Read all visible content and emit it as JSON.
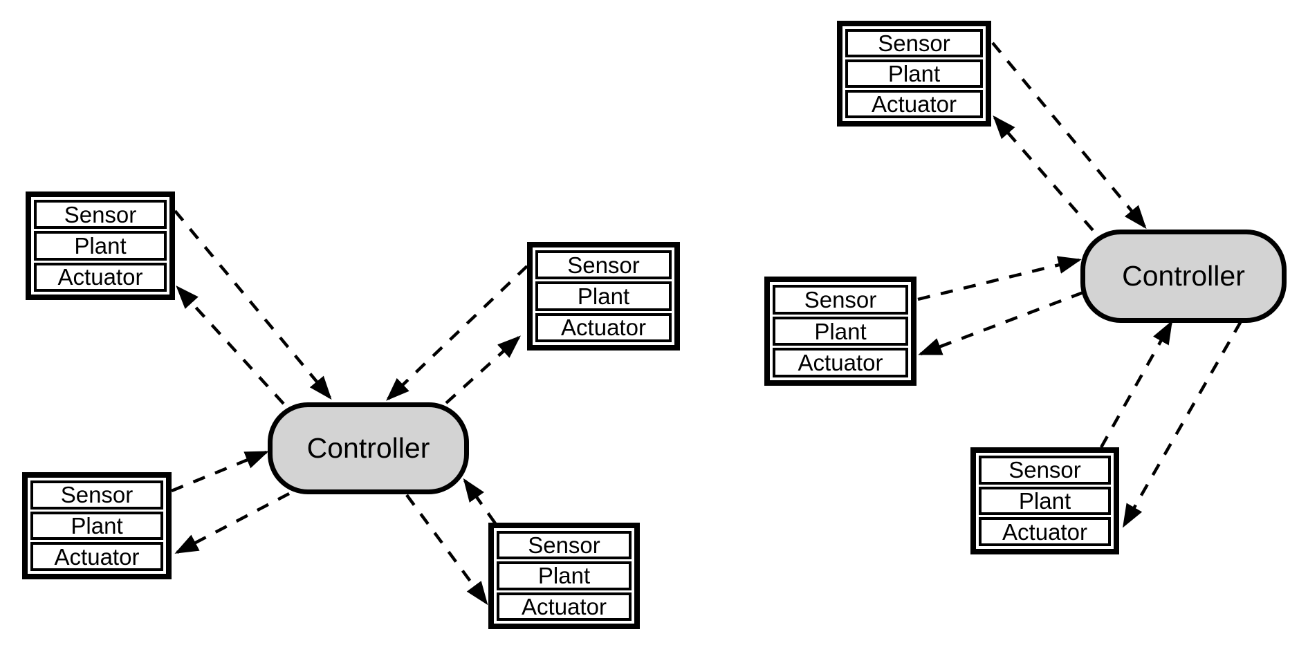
{
  "diagram": {
    "controller_label": "Controller",
    "row_labels": [
      "Sensor",
      "Plant",
      "Actuator"
    ],
    "colors": {
      "controller_fill": "#d3d3d3",
      "stroke": "#000000",
      "plant_fill": "#ffffff"
    },
    "clusters": [
      {
        "id": "left-network",
        "controller": "Controller",
        "plant_count": 4
      },
      {
        "id": "right-network",
        "controller": "Controller",
        "plant_count": 3
      }
    ],
    "edges": [
      {
        "id": "l-tl-sensor",
        "from": "left/plant-top-left/sensor",
        "to": "left/controller"
      },
      {
        "id": "l-tl-actuator",
        "from": "left/controller",
        "to": "left/plant-top-left/actuator"
      },
      {
        "id": "l-mr-sensor",
        "from": "left/plant-middle-right/sensor",
        "to": "left/controller"
      },
      {
        "id": "l-mr-actuator",
        "from": "left/controller",
        "to": "left/plant-middle-right/actuator"
      },
      {
        "id": "l-bl-sensor",
        "from": "left/plant-bottom-left/sensor",
        "to": "left/controller"
      },
      {
        "id": "l-bl-actuator",
        "from": "left/controller",
        "to": "left/plant-bottom-left/actuator"
      },
      {
        "id": "l-br-sensor",
        "from": "left/plant-bottom-right/sensor",
        "to": "left/controller"
      },
      {
        "id": "l-br-actuator",
        "from": "left/controller",
        "to": "left/plant-bottom-right/actuator"
      },
      {
        "id": "r-t-sensor",
        "from": "right/plant-top/sensor",
        "to": "right/controller"
      },
      {
        "id": "r-t-actuator",
        "from": "right/controller",
        "to": "right/plant-top/actuator"
      },
      {
        "id": "r-l-sensor",
        "from": "right/plant-left/sensor",
        "to": "right/controller"
      },
      {
        "id": "r-l-actuator",
        "from": "right/controller",
        "to": "right/plant-left/actuator"
      },
      {
        "id": "r-b-sensor",
        "from": "right/plant-bottom/sensor",
        "to": "right/controller"
      },
      {
        "id": "r-b-actuator",
        "from": "right/controller",
        "to": "right/plant-bottom/actuator"
      }
    ]
  }
}
